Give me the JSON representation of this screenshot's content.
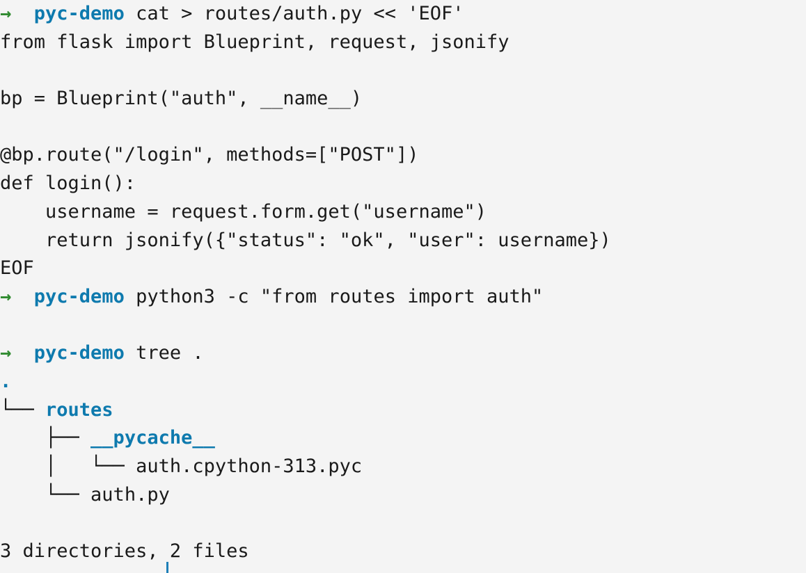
{
  "terminal": {
    "background_color": "#f4f4f4",
    "foreground_color": "#1a1a1a",
    "prompt_arrow_color": "#2f8a2f",
    "directory_color": "#0e7aae",
    "cursor_color": "#1e7fb8",
    "prompt_arrow": "→",
    "prompt_context": "pyc-demo"
  },
  "lines": {
    "l1_cmd": "cat > routes/auth.py << 'EOF'",
    "l2": "from flask import Blueprint, request, jsonify",
    "l3": "",
    "l4": "bp = Blueprint(\"auth\", __name__)",
    "l5": "",
    "l6": "@bp.route(\"/login\", methods=[\"POST\"])",
    "l7": "def login():",
    "l8": "    username = request.form.get(\"username\")",
    "l9": "    return jsonify({\"status\": \"ok\", \"user\": username})",
    "l10": "EOF",
    "l11_cmd": "python3 -c \"from routes import auth\"",
    "l12": "",
    "l13_cmd": "tree .",
    "l14_root": ".",
    "l15_branch": "└── ",
    "l15_name": "routes",
    "l16_branch": "    ├── ",
    "l16_name": "__pycache__",
    "l17_branch": "    │   └── ",
    "l17_name": "auth.cpython-313.pyc",
    "l18_branch": "    └── ",
    "l18_name": "auth.py",
    "l19": "",
    "l20_summary": "3 directories, 2 files"
  }
}
